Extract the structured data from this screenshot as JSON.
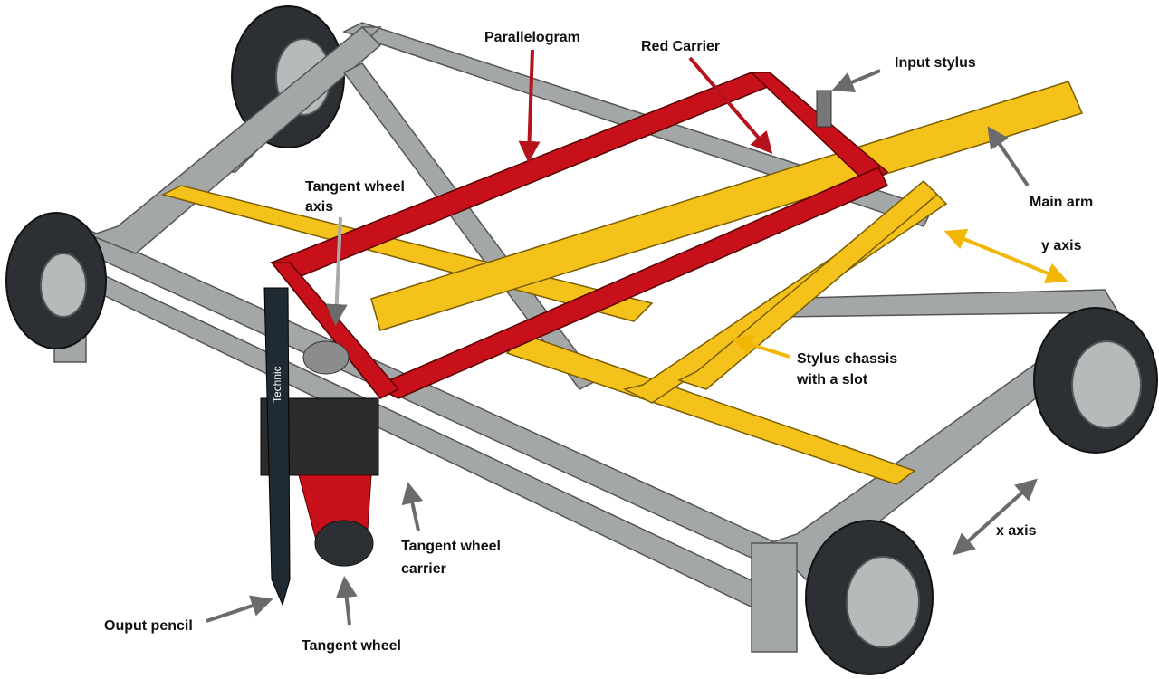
{
  "diagram": {
    "labels": {
      "parallelogram": "Parallelogram",
      "red_carrier": "Red Carrier",
      "input_stylus": "Input stylus",
      "main_arm": "Main arm",
      "y_axis": "y axis",
      "tangent_wheel_axis_line1": "Tangent wheel",
      "tangent_wheel_axis_line2": "axis",
      "stylus_chassis_line1": "Stylus chassis",
      "stylus_chassis_line2": "with a slot",
      "x_axis": "x axis",
      "tangent_wheel_carrier_line1": "Tangent wheel",
      "tangent_wheel_carrier_line2": "carrier",
      "output_pencil": "Ouput pencil",
      "tangent_wheel": "Tangent wheel"
    },
    "pencil_brand": "Technic",
    "colors": {
      "red_arrow": "#b5121b",
      "gray_arrow": "#6b6b6b",
      "yellow_arrow": "#f2b705",
      "frame": "#a4a7a8",
      "arm": "#f5c21b",
      "parallelogram": "#c8101a"
    }
  }
}
